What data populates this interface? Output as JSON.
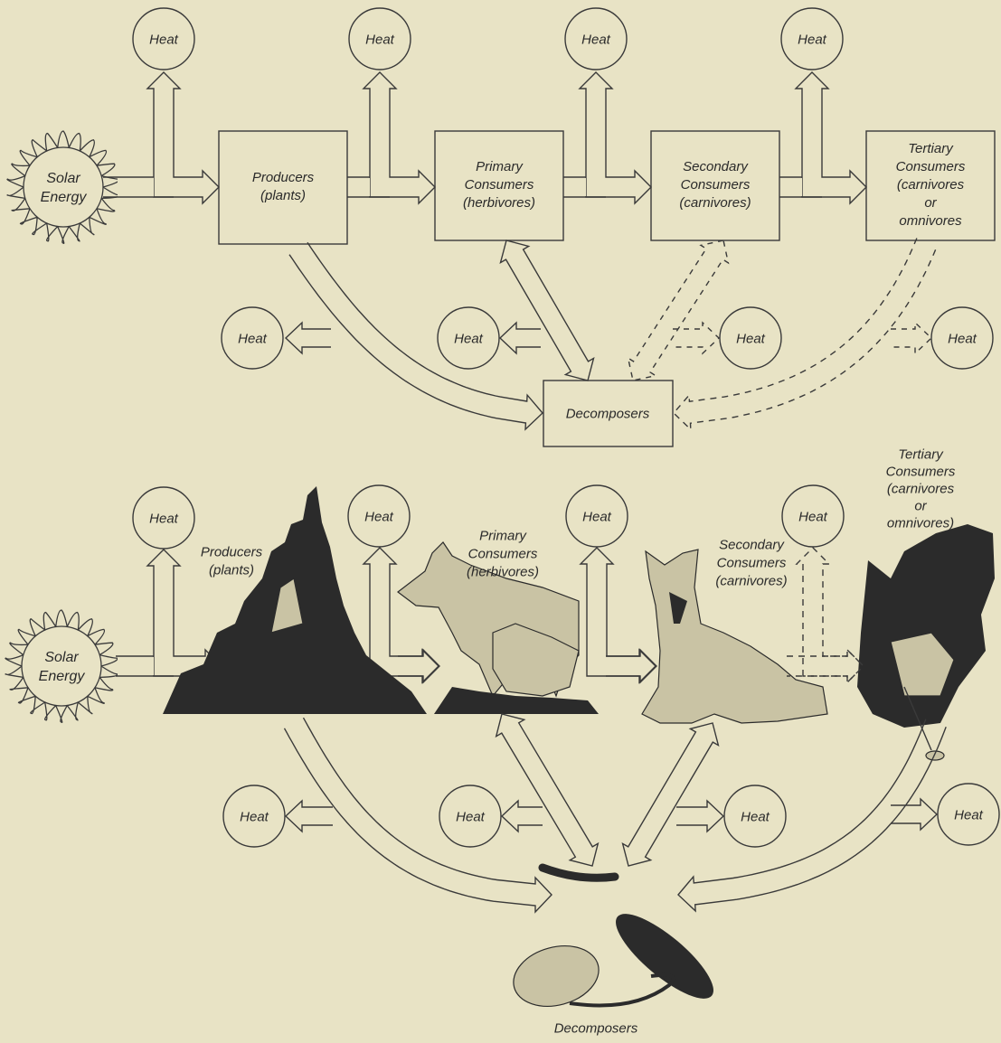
{
  "top": {
    "solar": "Solar\nEnergy",
    "producers": "Producers\n(plants)",
    "primary": "Primary\nConsumers\n(herbivores)",
    "secondary": "Secondary\nConsumers\n(carnivores)",
    "tertiary": "Tertiary\nConsumers\n(carnivores\nor\nomnivores",
    "decomposers": "Decomposers",
    "heat": "Heat"
  },
  "bottom": {
    "solar": "Solar\nEnergy",
    "producers": "Producers\n(plants)",
    "primary": "Primary\nConsumers\n(herbivores)",
    "secondary": "Secondary\nConsumers\n(carnivores)",
    "tertiary": "Tertiary\nConsumers\n(carnivores\nor\nomnivores)",
    "decomposers": "Decomposers",
    "heat": "Heat"
  }
}
